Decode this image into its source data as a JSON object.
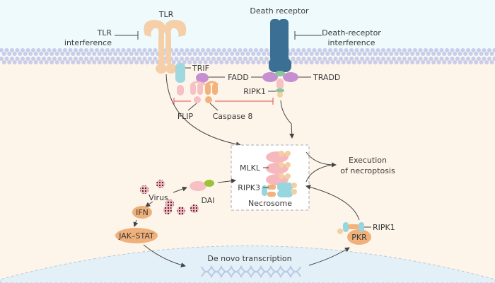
{
  "labels": {
    "tlr": "TLR",
    "tlr_interference_1": "TLR",
    "tlr_interference_2": "interference",
    "death_receptor": "Death receptor",
    "dr_interference_1": "Death-receptor",
    "dr_interference_2": "interference",
    "trif": "TRIF",
    "fadd": "FADD",
    "tradd": "TRADD",
    "ripk1_top": "RIPK1",
    "flip": "FLIP",
    "caspase8": "Caspase 8",
    "mlkl": "MLKL",
    "ripk3": "RIPK3",
    "necrosome": "Necrosome",
    "execution_1": "Execution",
    "execution_2": "of necroptosis",
    "virus": "Virus",
    "dai": "DAI",
    "ifn": "IFN",
    "jak_stat": "JAK–STAT",
    "de_novo": "De novo transcription",
    "pkr": "PKR",
    "ripk1_pkr": "RIPK1",
    "phospho": "P"
  },
  "colors": {
    "extracellular": "#effafc",
    "cytoplasm": "#fdf5ea",
    "nucleus": "#e4f0f8",
    "membrane": "#c9cde9",
    "tlr": "#f5cfa8",
    "death_receptor": "#3b6f94",
    "trif": "#9fd8df",
    "fadd": "#c58fd0",
    "ripk_green": "#8cc79a",
    "pink": "#f6c0c4",
    "caspase": "#f2b27e",
    "mlkl": "#f6b8bd",
    "ripk3": "#96d6df",
    "phospho": "#f3cfa2",
    "dai_green": "#9bc33a",
    "orange_node": "#f0b07a",
    "inhibit_red": "#e0504c"
  }
}
